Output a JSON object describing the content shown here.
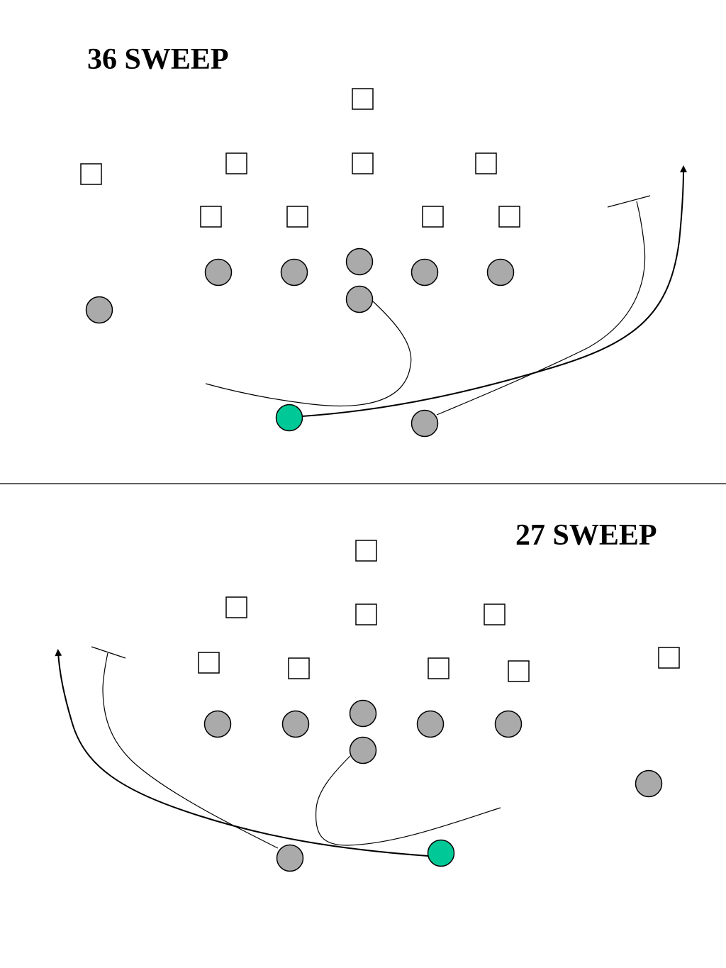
{
  "plays": [
    {
      "title": "36 SWEEP"
    },
    {
      "title": "27 SWEEP"
    }
  ],
  "colors": {
    "offense_player": "#aaaaaa",
    "ball_carrier": "#00c896",
    "defense_player": "#ffffff",
    "line": "#000000"
  },
  "symbols": {
    "offense": "circle",
    "defense": "square",
    "ball_carrier": "highlighted-circle"
  }
}
